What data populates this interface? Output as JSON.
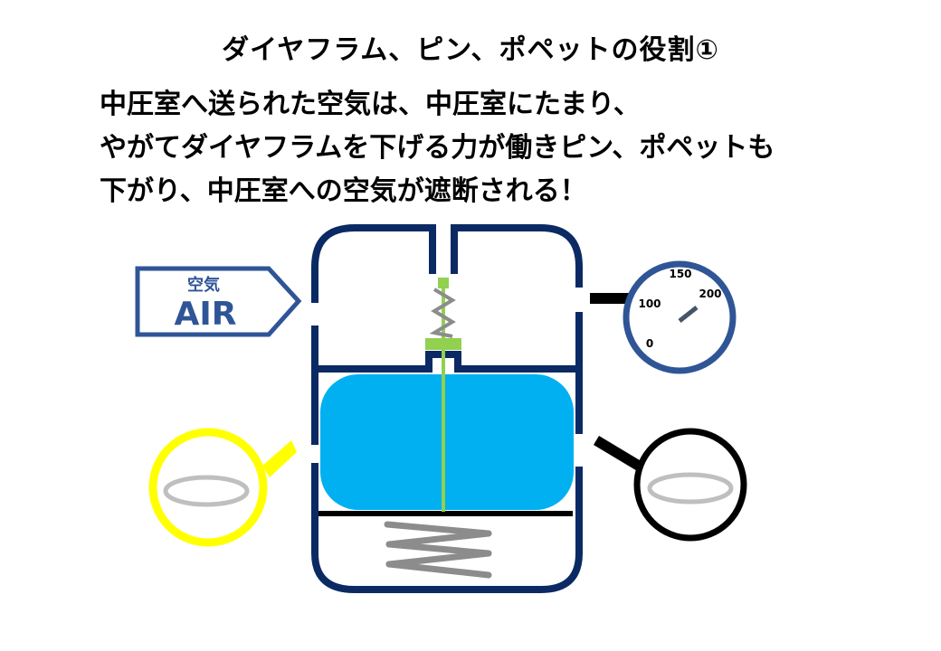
{
  "title": "ダイヤフラム、ピン、ポペットの役割①",
  "lines": [
    "中圧室へ送られた空気は、中圧室にたまり、",
    "やがてダイヤフラムを下げる力が働きピン、ポペットも",
    "下がり、中圧室への空気が遮断される！"
  ],
  "air_sign": {
    "small": "空気",
    "big": "AIR"
  },
  "gauge": {
    "labels": [
      "0",
      "100",
      "150",
      "200"
    ]
  },
  "colors": {
    "housing": "#0b2a64",
    "diaphragm": "#00b0f0",
    "pin": "#92d050",
    "spring": "#8c8c8c",
    "oring": "#bfbfbf",
    "gauge_ring": "#2f5597",
    "air_sign": "#2f5597",
    "left_lens": "#ffff00",
    "right_lens": "#000000"
  }
}
